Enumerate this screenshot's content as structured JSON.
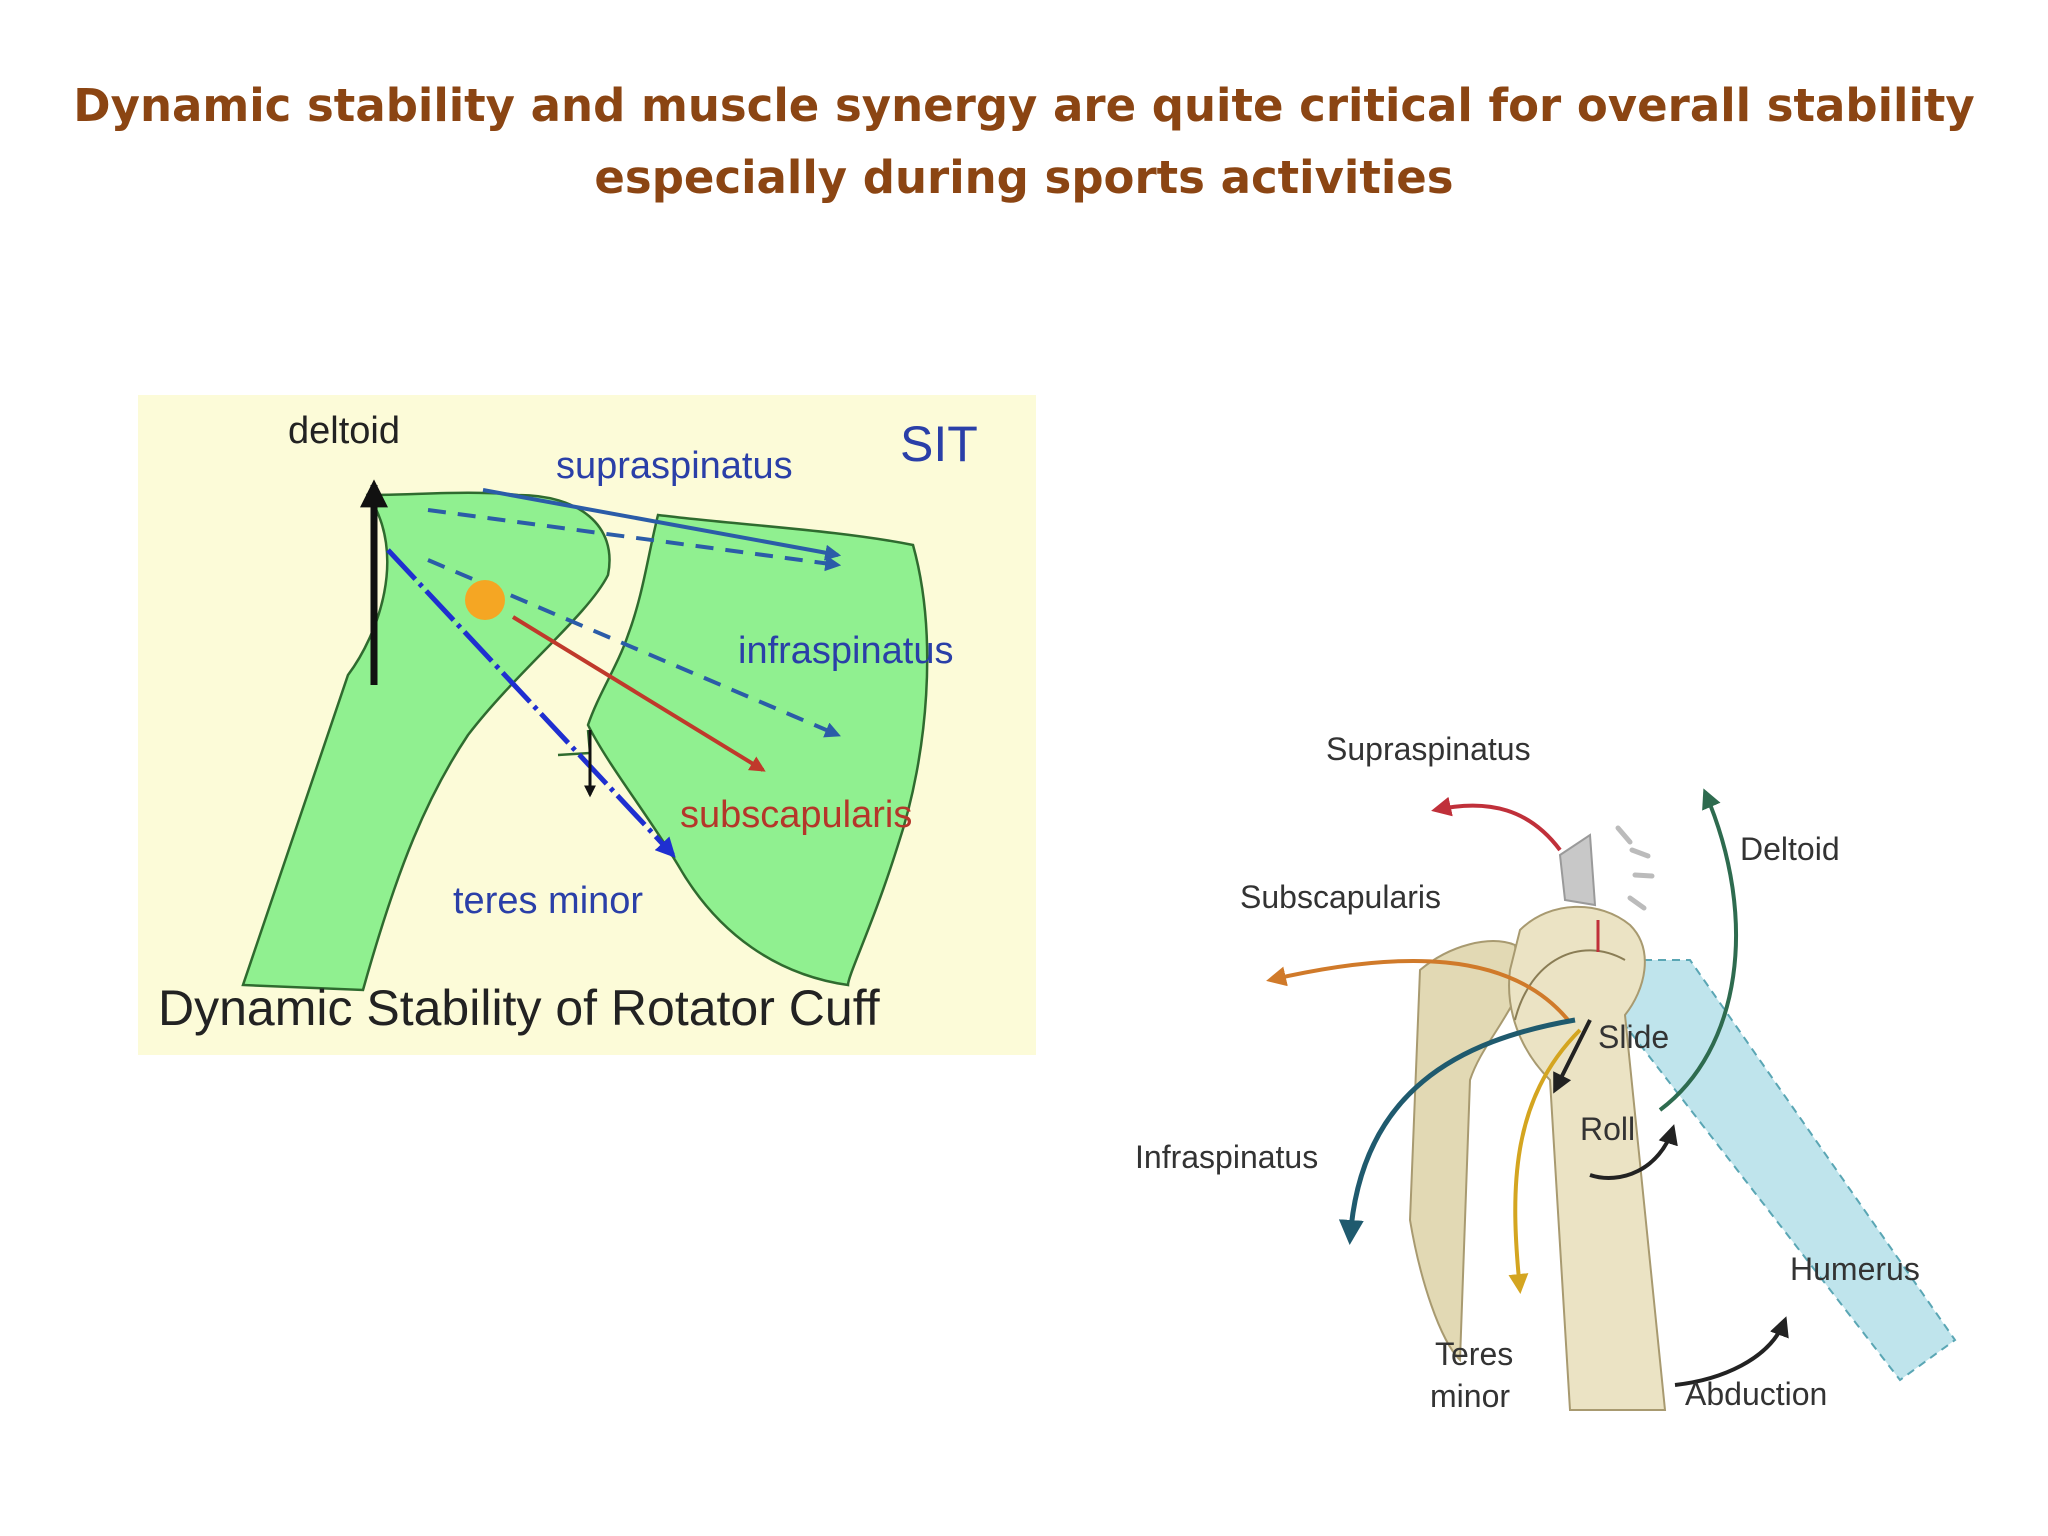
{
  "slide": {
    "title_line1": "Dynamic stability and muscle synergy are  quite critical for overall stability",
    "title_line2": "especially during sports activities"
  },
  "left_figure": {
    "background": "#fcfbd8",
    "shape_color": "#90f090",
    "labels": {
      "deltoid": "deltoid",
      "supraspinatus": "supraspinatus",
      "sit": "SIT",
      "infraspinatus": "infraspinatus",
      "subscapularis": "subscapularis",
      "teres_minor": "teres minor",
      "caption": "Dynamic Stability of Rotator Cuff"
    },
    "colors": {
      "muscle_label": "#2a3fa8",
      "subscapularis_label": "#b5362a",
      "arrow_blue": "#1f2fd0",
      "arrow_dashed": "#2b5ca8",
      "arrow_red": "#c0392b",
      "center_dot": "#f5a623"
    }
  },
  "right_figure": {
    "labels": {
      "supraspinatus": "Supraspinatus",
      "deltoid": "Deltoid",
      "subscapularis": "Subscapularis",
      "slide": "Slide",
      "roll": "Roll",
      "infraspinatus": "Infraspinatus",
      "humerus": "Humerus",
      "teres_line1": "Teres",
      "teres_line2": "minor",
      "abduction": "Abduction"
    },
    "colors": {
      "supraspinatus": "#c0303a",
      "deltoid": "#2e6b4f",
      "subscapularis": "#d07a2a",
      "infraspinatus": "#1f5a6e",
      "teres_minor": "#d4a520",
      "bone": "#ebe3c4",
      "humerus_band": "#bfe4ec"
    }
  }
}
